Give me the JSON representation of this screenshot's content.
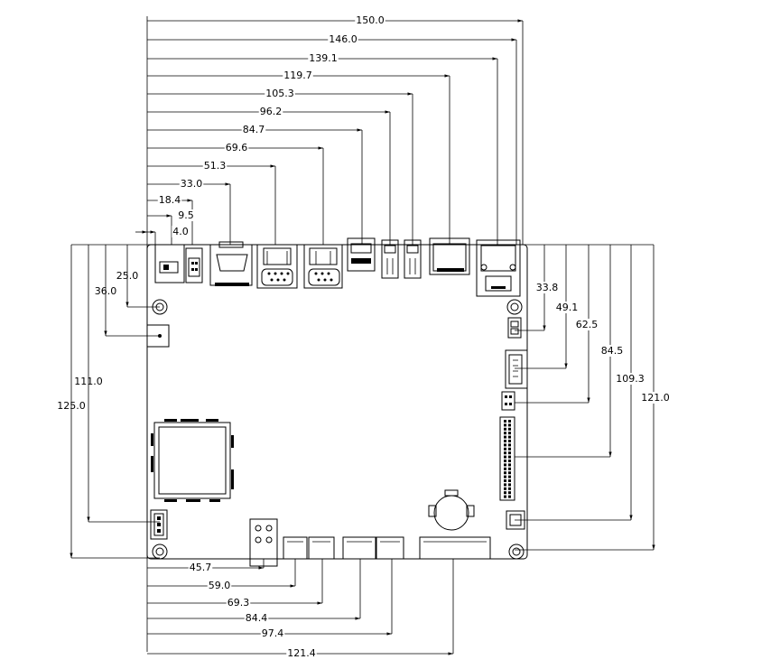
{
  "top_dimensions": [
    "150.0",
    "146.0",
    "139.1",
    "119.7",
    "105.3",
    "96.2",
    "84.7",
    "69.6",
    "51.3",
    "33.0",
    "18.4",
    "9.5",
    "4.0"
  ],
  "left_dimensions": [
    "25.0",
    "36.0",
    "111.0",
    "125.0"
  ],
  "right_dimensions": [
    "33.8",
    "49.1",
    "62.5",
    "84.5",
    "109.3",
    "121.0"
  ],
  "bottom_dimensions": [
    "45.7",
    "59.0",
    "69.3",
    "84.4",
    "97.4",
    "121.4"
  ],
  "component_icons": [
    "board-outline",
    "dc-power-jack",
    "terminal-block",
    "hdmi-port",
    "usb-port",
    "usb-port",
    "audio-jack",
    "audio-jack",
    "vga-port",
    "lan-port",
    "soc-chip",
    "coin-battery",
    "mounting-hole",
    "gpio-header",
    "fan-header",
    "sata-connector"
  ]
}
